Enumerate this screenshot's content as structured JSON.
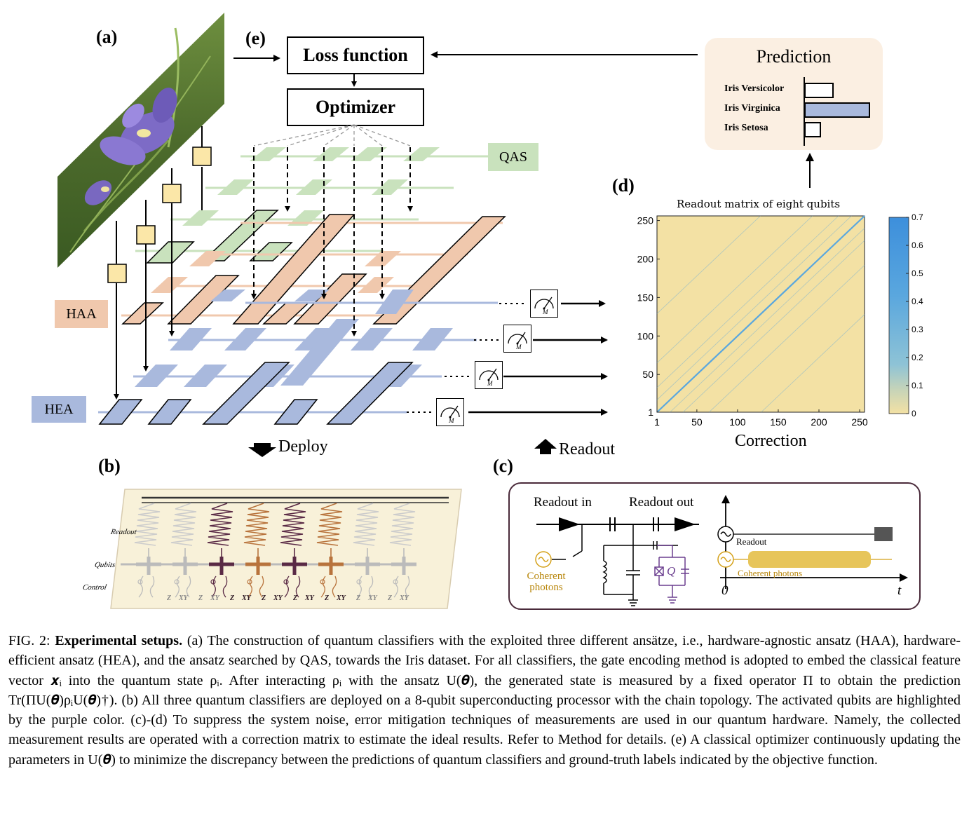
{
  "panels": {
    "a": "(a)",
    "b": "(b)",
    "c": "(c)",
    "d": "(d)",
    "e": "(e)"
  },
  "flow": {
    "loss_function": "Loss function",
    "optimizer": "Optimizer",
    "deploy": "Deploy",
    "readout": "Readout"
  },
  "ansatz_tags": {
    "qas": "QAS",
    "haa": "HAA",
    "hea": "HEA"
  },
  "colors": {
    "qas": "#c9e2bd",
    "haa": "#f0c8ad",
    "hea": "#a9b9dd",
    "encoding": "#fbe7a8",
    "prediction_bg": "#fbefe2",
    "heatmap_bg": "#f3e1a4",
    "diagonal": "#5aa7de",
    "chip_purple": "#5a2a45",
    "chip_orange": "#b8733c"
  },
  "meter_label": "M",
  "prediction": {
    "title": "Prediction",
    "classes": [
      {
        "label": "Iris Versicolor",
        "value": 0.45
      },
      {
        "label": "Iris Virginica",
        "value": 1.0
      },
      {
        "label": "Iris Setosa",
        "value": 0.26
      }
    ]
  },
  "heatmap": {
    "title": "Readout matrix of eight qubits",
    "xlabel": "Correction",
    "x_ticks": [
      "1",
      "50",
      "100",
      "150",
      "200",
      "250"
    ],
    "y_ticks": [
      "1",
      "50",
      "100",
      "150",
      "200",
      "250"
    ],
    "colorbar_ticks": [
      "0",
      "0.1",
      "0.2",
      "0.3",
      "0.4",
      "0.5",
      "0.6",
      "0.7"
    ]
  },
  "chip": {
    "row_readout": "Readout",
    "row_qubits": "Qubits",
    "row_control": "Control",
    "control_labels": [
      "Z",
      "XY",
      "Z",
      "XY",
      "Z",
      "XY",
      "Z",
      "XY",
      "Z",
      "XY",
      "Z",
      "XY",
      "Z",
      "XY",
      "Z",
      "XY"
    ]
  },
  "circuit": {
    "readout_in": "Readout in",
    "readout_out": "Readout out",
    "coherent_photons": "Coherent photons",
    "q_label": "Q",
    "signal_readout": "Readout",
    "signal_photons": "Coherent photons",
    "t0": "0",
    "t": "t"
  },
  "caption": {
    "fig": "FIG. 2:",
    "title": "Experimental setups.",
    "text": " (a) The construction of quantum classifiers with the exploited three different ansätze, i.e., hardware-agnostic ansatz (HAA), hardware-efficient ansatz (HEA), and the ansatz searched by QAS, towards the Iris dataset. For all classifiers, the gate encoding method is adopted to embed the classical feature vector 𝒙ᵢ into the quantum state ρᵢ. After interacting ρᵢ with the ansatz U(𝜽), the generated state is measured by a fixed operator Π to obtain the prediction Tr(ΠU(𝜽)ρᵢU(𝜽)†). (b) All three quantum classifiers are deployed on a 8-qubit superconducting processor with the chain topology. The activated qubits are highlighted by the purple color. (c)-(d) To suppress the system noise, error mitigation techniques of measurements are used in our quantum hardware. Namely, the collected measurement results are operated with a correction matrix to estimate the ideal results. Refer to Method for details. (e) A classical optimizer continuously updating the parameters in U(𝜽) to minimize the discrepancy between the predictions of quantum classifiers and ground-truth labels indicated by the objective function."
  }
}
